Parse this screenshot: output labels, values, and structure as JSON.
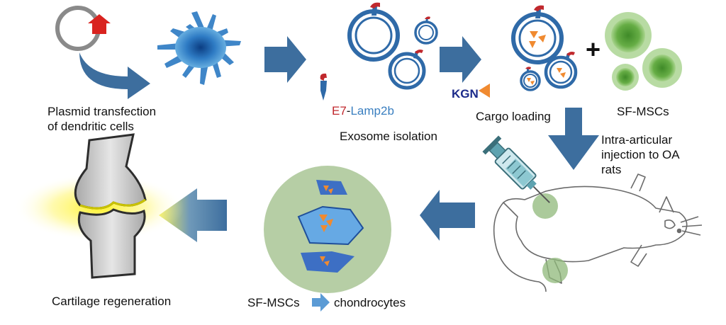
{
  "labels": {
    "plasmid_line1": "Plasmid transfection",
    "plasmid_line2": "of dendritic cells",
    "e7": "E7",
    "dash": "-",
    "lamp2b": "Lamp2b",
    "exosome_isolation": "Exosome isolation",
    "kgn": "KGN",
    "cargo_loading": "Cargo loading",
    "plus": "+",
    "sf_mscs": "SF-MSCs",
    "injection_line1": "Intra-articular",
    "injection_line2": "injection to OA",
    "injection_line3": "rats",
    "cartilage_regeneration": "Cartilage regeneration",
    "sf_mscs_bottom": "SF-MSCs",
    "chondrocytes": "chondrocytes"
  },
  "colors": {
    "arrow_blue": "#3d6e9e",
    "exosome_blue": "#2f6aa8",
    "e7_red": "#c0282d",
    "lamp2b_blue": "#3a7fc0",
    "kgn_navy": "#1b2a8a",
    "cargo_orange": "#f08a30",
    "msc_green": "#5aa03c",
    "cell_blue": "#3f7fc6",
    "glow_yellow": "#fff21e",
    "plasmid_red": "#d9231f"
  },
  "icons": {
    "plasmid": "plasmid-ring-icon",
    "dendritic_cell": "dendritic-cell-icon",
    "exosome": "exosome-icon",
    "peptide": "e7-lamp2b-peptide-icon",
    "kgn": "kgn-triangle-icon",
    "msc": "msc-cell-icon",
    "syringe": "syringe-icon",
    "rat": "rat-outline-icon",
    "joint": "knee-joint-icon"
  }
}
